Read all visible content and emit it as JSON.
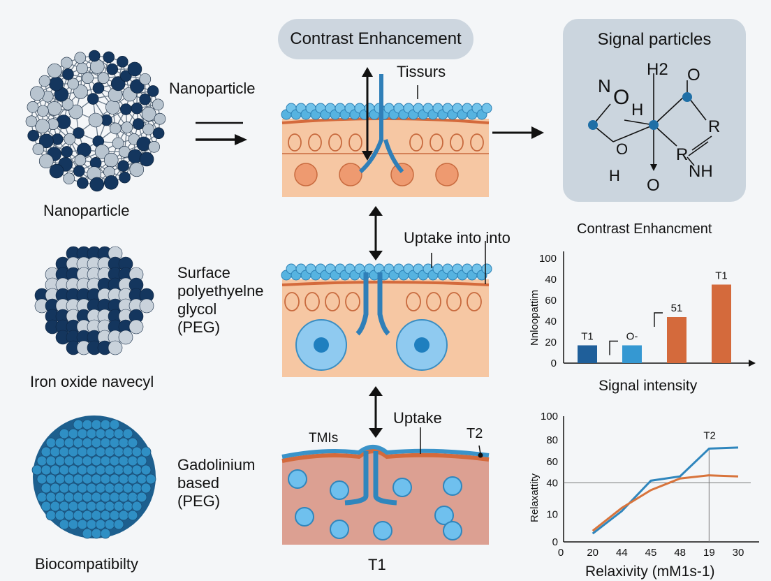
{
  "left_column": {
    "particle1": {
      "side_label": "Nanoparticle",
      "caption": "Nanoparticle"
    },
    "particle2": {
      "side_label_line1": "Surface",
      "side_label_line2": "polyethyelne",
      "side_label_line3": "glycol",
      "side_label_line4": "(PEG)",
      "caption": "Iron oxide navecyl"
    },
    "particle3": {
      "side_label_line1": "Gadolinium",
      "side_label_line2": "based",
      "side_label_line3": "(PEG)",
      "caption": "Biocompatibilty"
    }
  },
  "center": {
    "pill_title": "Contrast Enhancement",
    "tissue_label": "Tissurs",
    "uptake_into_label": "Uptake into into",
    "uptake_label": "Uptake",
    "tm_label": "TMIs",
    "t2_label": "T2",
    "t1_label": "T1"
  },
  "signal_box": {
    "title": "Signal particles",
    "atoms": [
      "H2",
      "O",
      "N",
      "O",
      "H",
      "R",
      "O",
      "R",
      "NH",
      "H",
      "O"
    ]
  },
  "colors": {
    "navy": "#14365e",
    "silver": "#b8c4cf",
    "teal": "#2f8fc4",
    "orange": "#d46a3c",
    "lineblue": "#2f86bd",
    "lineorange": "#d8743c"
  },
  "chart_data": [
    {
      "type": "bar",
      "title": "Contrast Enhancment",
      "xlabel": "Signal intensity",
      "ylabel": "Nnloopattim",
      "categories": [
        "T1",
        "O-",
        "51",
        "T1"
      ],
      "values": [
        17,
        17,
        44,
        75
      ],
      "ylim": [
        0,
        100
      ],
      "yticks": [
        0,
        20,
        40,
        60,
        40,
        100
      ],
      "grid": false
    },
    {
      "type": "line",
      "xlabel": "Relaxivity (mM1s-1)",
      "ylabel": "Relaxattity",
      "x_ticks": [
        "0",
        "20",
        "44",
        "45",
        "48",
        "19",
        "30"
      ],
      "yticks": [
        0,
        10,
        40,
        60,
        80,
        100
      ],
      "annotation": "T2",
      "series": [
        {
          "values": [
            3,
            13,
            42,
            46,
            72,
            73
          ]
        },
        {
          "values": [
            4,
            16,
            33,
            44,
            47,
            46
          ]
        }
      ],
      "ylim": [
        0,
        100
      ]
    }
  ]
}
